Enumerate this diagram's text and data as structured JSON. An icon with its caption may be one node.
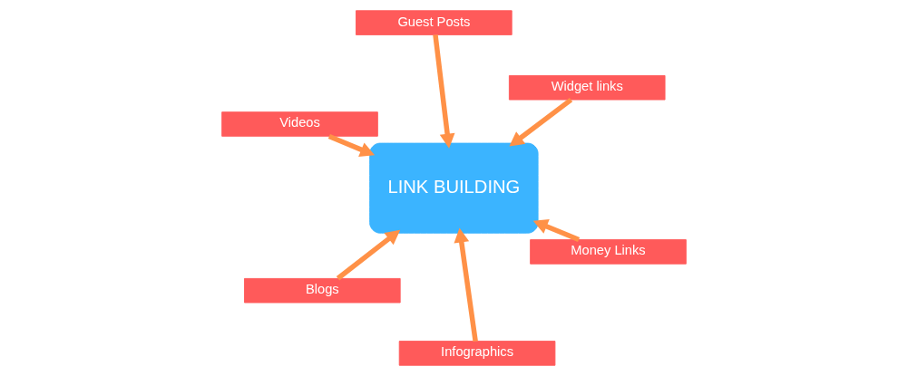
{
  "diagram": {
    "nodes": [
      {
        "text": [
          "Videos"
        ]
      },
      {
        "text": [
          "Money Links"
        ]
      },
      {
        "text": [
          "Infographics"
        ]
      },
      {
        "text": [
          "LINK BUILDING"
        ]
      },
      {
        "text": [
          "Widget links"
        ]
      },
      {
        "text": [
          "Guest Posts"
        ]
      },
      {
        "text": [
          "Blogs"
        ]
      }
    ],
    "edges": [
      {
        "from": 0,
        "to": 3,
        "arrow": "to"
      },
      {
        "from": 1,
        "to": 3,
        "arrow": "to"
      },
      {
        "from": 2,
        "to": 3,
        "arrow": "to"
      },
      {
        "from": 4,
        "to": 3,
        "arrow": "to"
      },
      {
        "from": 5,
        "to": 3,
        "arrow": "to"
      },
      {
        "from": 6,
        "to": 3,
        "arrow": "to"
      }
    ]
  }
}
